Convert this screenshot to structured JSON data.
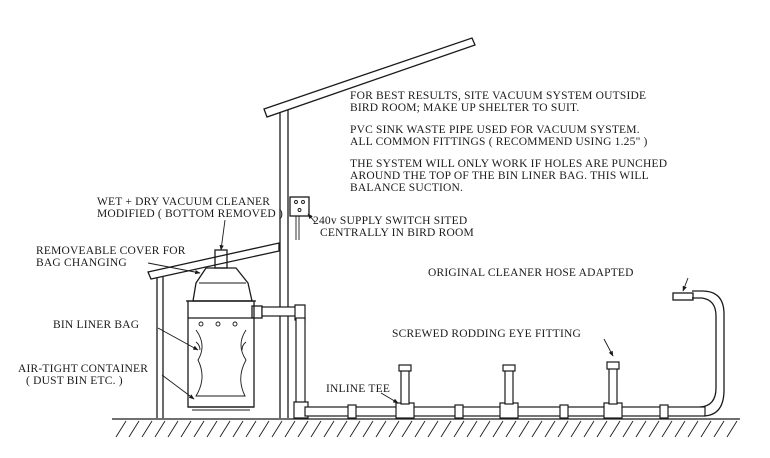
{
  "notes": {
    "line1": "FOR BEST RESULTS, SITE VACUUM SYSTEM OUTSIDE",
    "line2": "BIRD ROOM; MAKE UP SHELTER TO SUIT.",
    "line3": "PVC SINK WASTE PIPE USED FOR VACUUM SYSTEM.",
    "line4": "ALL COMMON FITTINGS ( RECOMMEND USING 1.25\" )",
    "line5": "THE SYSTEM WILL ONLY WORK IF HOLES ARE PUNCHED",
    "line6": "AROUND THE TOP OF THE BIN LINER BAG.  THIS WILL",
    "line7": "BALANCE SUCTION."
  },
  "labels": {
    "vacuum_line1": "WET + DRY VACUUM CLEANER",
    "vacuum_line2": "MODIFIED ( BOTTOM REMOVED )",
    "switch_line1": "240v SUPPLY SWITCH SITED",
    "switch_line2": "CENTRALLY IN BIRD ROOM",
    "cover_line1": "REMOVEABLE COVER FOR",
    "cover_line2": "BAG CHANGING",
    "hose": "ORIGINAL CLEANER HOSE ADAPTED",
    "bin_liner": "BIN LINER BAG",
    "container_line1": "AIR-TIGHT CONTAINER",
    "container_line2": "( DUST BIN ETC. )",
    "rodding": "SCREWED RODDING EYE FITTING",
    "inline_tee": "INLINE TEE"
  }
}
